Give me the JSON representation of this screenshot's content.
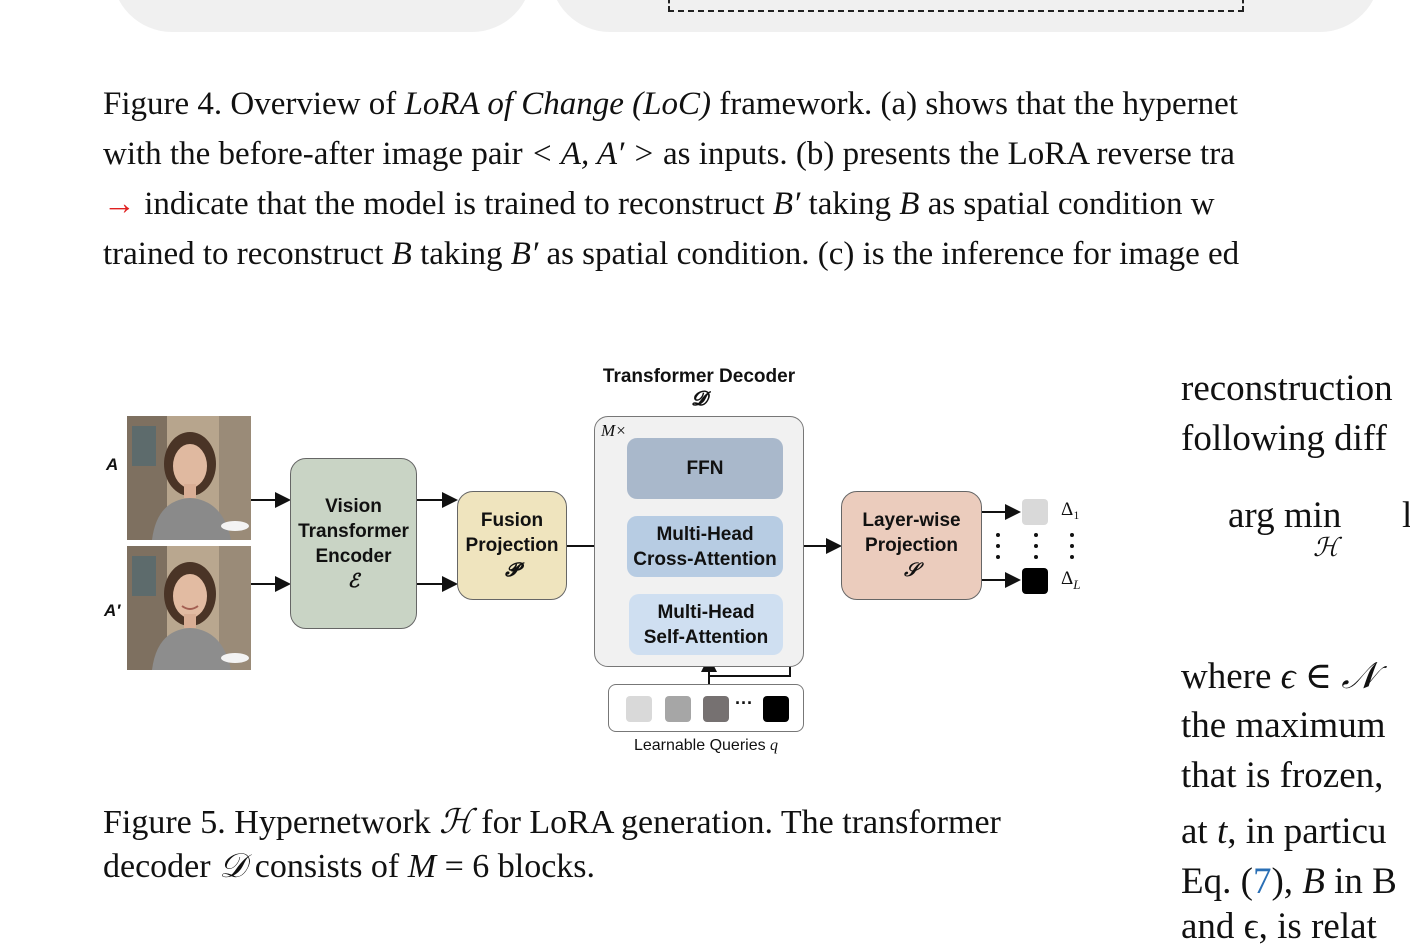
{
  "fig4_caption": {
    "line1": {
      "a": "Figure 4.  Overview of ",
      "b": "LoRA of Change (LoC)",
      "c": " framework.  (a) shows that the hypernet"
    },
    "line2": {
      "a": "with the before-after image pair ",
      "b": "< A, A′ >",
      "c": " as inputs. (b) presents the LoRA reverse tra"
    },
    "line3": {
      "arrow": "→",
      "a": " indicate that the model is trained to reconstruct ",
      "b": "B′",
      "c": " taking ",
      "d": "B",
      "e": " as spatial condition w"
    },
    "line4": {
      "a": "trained to reconstruct ",
      "b": "B",
      "c": " taking ",
      "d": "B′",
      "e": " as spatial condition. (c) is the inference for image ed"
    }
  },
  "diagram": {
    "decoder_title": "Transformer Decoder",
    "decoder_symbol": "𝓓",
    "repeat_label": "M×",
    "input_a_label": "A",
    "input_a_prime_label": "A′",
    "vit": {
      "line1": "Vision",
      "line2": "Transformer",
      "line3": "Encoder",
      "symbol": "ℰ"
    },
    "fusion": {
      "line1": "Fusion",
      "line2": "Projection",
      "symbol": "𝓟"
    },
    "ffn": "FFN",
    "cross_attn": {
      "line1": "Multi-Head",
      "line2": "Cross-Attention"
    },
    "self_attn": {
      "line1": "Multi-Head",
      "line2": "Self-Attention"
    },
    "layerwise": {
      "line1": "Layer-wise",
      "line2": "Projection",
      "symbol": "𝒮"
    },
    "queries_label": "Learnable Queries ",
    "queries_symbol": "q",
    "ellipsis": "···",
    "delta_first": "Δ₁",
    "delta_last": "Δ",
    "delta_last_sub": "L",
    "colors": {
      "vit": "#c9d4c5",
      "fusion": "#efe4be",
      "ffn": "#a9b8cb",
      "cross_attn": "#b7cce3",
      "self_attn": "#cfdff1",
      "layerwise": "#ebccbd",
      "decoder_bg": "#f1f1f1",
      "query_colors": [
        "#d9d9d9",
        "#a6a6a6",
        "#767171",
        "#000000"
      ]
    }
  },
  "fig5_caption": {
    "line1": {
      "a": "Figure 5. Hypernetwork ",
      "b": "ℋ",
      "c": " for LoRA generation. The transformer"
    },
    "line2": {
      "a": "decoder ",
      "b": "𝒟",
      "c": " consists of ",
      "d": "M",
      "e": " = 6 blocks."
    }
  },
  "right_column": {
    "line1": "reconstruction",
    "line2": "following diff",
    "eq_op": "arg min",
    "eq_sub": "ℋ",
    "eq_tail": "l",
    "line3_a": "where ",
    "line3_b": "ϵ ∈ 𝒩",
    "line4": "the maximum",
    "line5": "that is frozen,",
    "line6_a": "at ",
    "line6_b": "t",
    "line6_c": ", in particu",
    "line7_a": "Eq. (",
    "line7_ref": "7",
    "line7_b": "), ",
    "line7_c": "B",
    "line7_d": " in B",
    "line8": "and ϵ, is relat"
  }
}
